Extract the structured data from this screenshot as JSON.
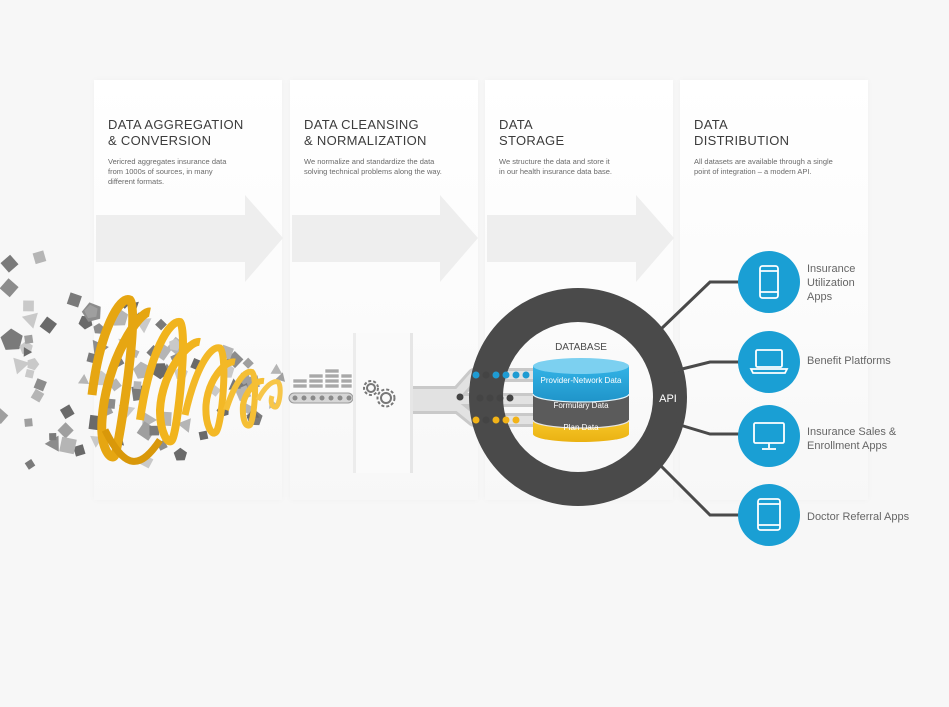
{
  "stages": [
    {
      "title_line1": "DATA  AGGREGATION",
      "title_line2": "& CONVERSION",
      "desc_lines": [
        "Vericred aggregates insurance data",
        "from 1000s of sources, in many",
        "different formats."
      ]
    },
    {
      "title_line1": "DATA CLEANSING",
      "title_line2": "& NORMALIZATION",
      "desc_lines": [
        "We normalize and standardize the data",
        "solving technical problems along the way."
      ]
    },
    {
      "title_line1": "DATA",
      "title_line2": "STORAGE",
      "desc_lines": [
        "We structure the data and store it",
        "in our health insurance data base."
      ]
    },
    {
      "title_line1": "DATA",
      "title_line2": "DISTRIBUTION",
      "desc_lines": [
        "All datasets are available through a single",
        "point of integration – a modern API."
      ]
    }
  ],
  "database": {
    "title": "DATABASE",
    "layers": [
      "Provider-Network Data",
      "Formulary Data",
      "Plan Data"
    ],
    "api_label": "API"
  },
  "apps": [
    {
      "lines": [
        "Insurance",
        "Utilization",
        "Apps"
      ],
      "icon": "smartphone-icon"
    },
    {
      "lines": [
        "Benefit Platforms"
      ],
      "icon": "laptop-icon"
    },
    {
      "lines": [
        "Insurance Sales &",
        "Enrollment Apps"
      ],
      "icon": "monitor-icon"
    },
    {
      "lines": [
        "Doctor Referral Apps"
      ],
      "icon": "tablet-icon"
    }
  ],
  "colors": {
    "accent_blue": "#1a9fd4",
    "ring_gray": "#4a4a4a",
    "ribbon_yellow": "#f2b318",
    "plan_yellow": "#f5c01b",
    "formulary_gray": "#5b5b5b"
  }
}
